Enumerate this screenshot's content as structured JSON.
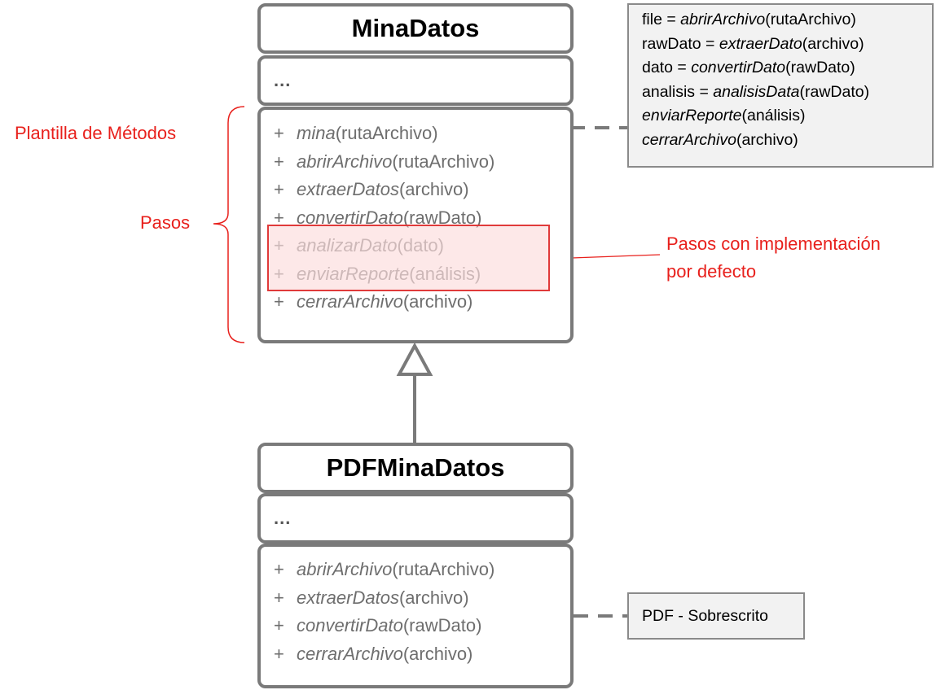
{
  "classes": {
    "base": {
      "name": "MinaDatos",
      "attributes": "...",
      "methods": [
        {
          "prefix": "+",
          "name": "mina",
          "params": "(rutaArchivo)"
        },
        {
          "prefix": "+",
          "name": "abrirArchivo",
          "params": "(rutaArchivo)"
        },
        {
          "prefix": "+",
          "name": "extraerDatos",
          "params": "(archivo)"
        },
        {
          "prefix": "+",
          "name": "convertirDato",
          "params": "(rawDato)"
        },
        {
          "prefix": "+",
          "name": "analizarDato",
          "params": "(dato)"
        },
        {
          "prefix": "+",
          "name": "enviarReporte",
          "params": "(análisis)"
        },
        {
          "prefix": "+",
          "name": "cerrarArchivo",
          "params": "(archivo)"
        }
      ]
    },
    "sub": {
      "name": "PDFMinaDatos",
      "attributes": "...",
      "methods": [
        {
          "prefix": "+",
          "name": "abrirArchivo",
          "params": "(rutaArchivo)"
        },
        {
          "prefix": "+",
          "name": "extraerDatos",
          "params": "(archivo)"
        },
        {
          "prefix": "+",
          "name": "convertirDato",
          "params": "(rawDato)"
        },
        {
          "prefix": "+",
          "name": "cerrarArchivo",
          "params": "(archivo)"
        }
      ]
    }
  },
  "template_note": {
    "lines": [
      {
        "pre": "file = ",
        "fn": "abrirArchivo",
        "args": "(rutaArchivo)"
      },
      {
        "pre": "rawDato = ",
        "fn": "extraerDato",
        "args": "(archivo)"
      },
      {
        "pre": "dato = ",
        "fn": "convertirDato",
        "args": "(rawDato)"
      },
      {
        "pre": "analisis = ",
        "fn": "analisisData",
        "args": "(rawDato)"
      },
      {
        "pre": "",
        "fn": "enviarReporte",
        "args": "(análisis)"
      },
      {
        "pre": "",
        "fn": "cerrarArchivo",
        "args": "(archivo)"
      }
    ]
  },
  "pdf_note": "PDF - Sobrescrito",
  "annotations": {
    "template_method": "Plantilla de Métodos",
    "steps": "Pasos",
    "default_impl_line1": "Pasos con implementación",
    "default_impl_line2": "por defecto"
  },
  "colors": {
    "annotation_red": "#e8201c",
    "box_border": "#7a7a7a",
    "highlight_fill": "#fde2e2"
  }
}
